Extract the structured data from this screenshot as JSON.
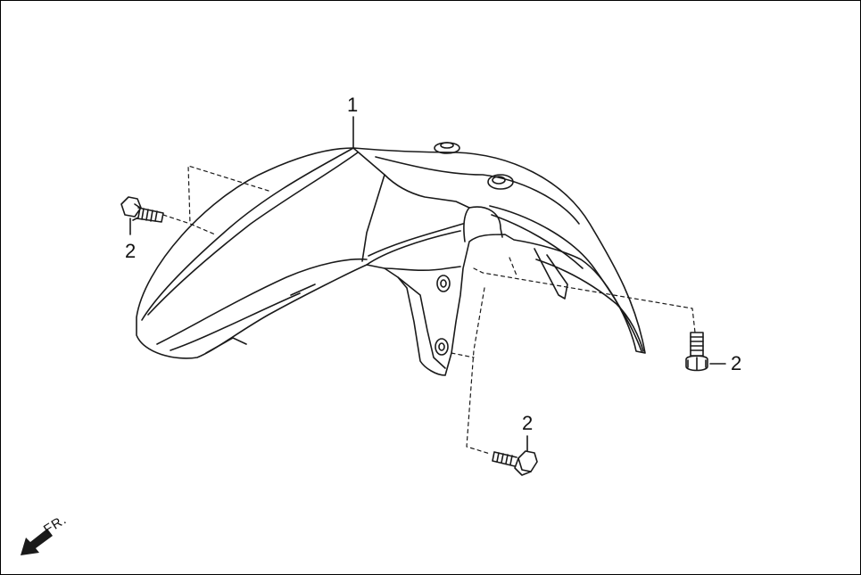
{
  "callouts": {
    "part_fender": "1",
    "bolt_left": "2",
    "bolt_bottom": "2",
    "bolt_right": "2"
  },
  "direction": {
    "label": "FR."
  },
  "colors": {
    "line": "#1a1a1a",
    "background": "#ffffff"
  }
}
